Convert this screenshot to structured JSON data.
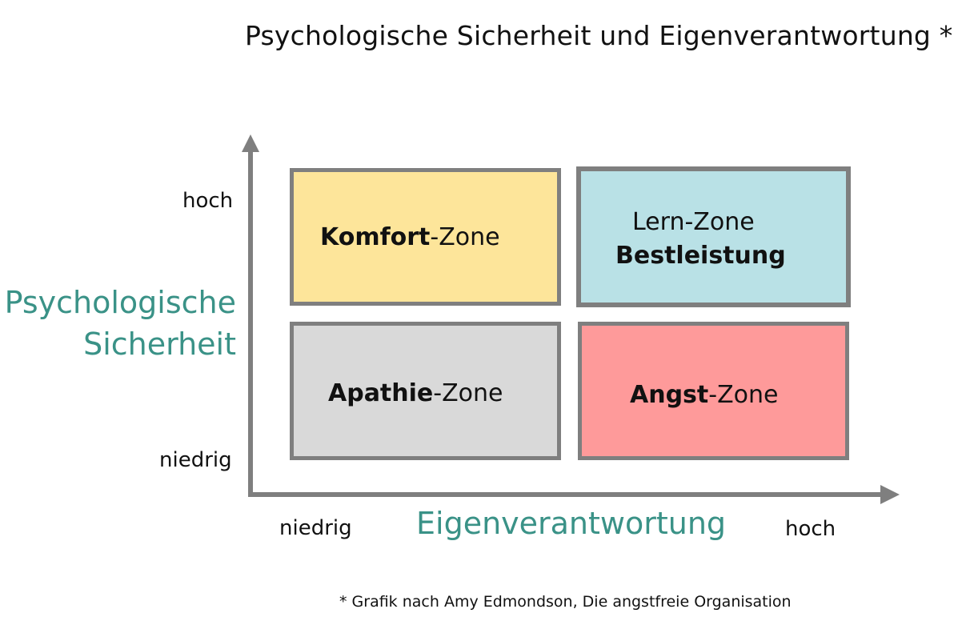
{
  "title": "Psychologische Sicherheit und Eigenverantwortung *",
  "y_axis": {
    "title_line1": "Psychologische",
    "title_line2": "Sicherheit",
    "high": "hoch",
    "low": "niedrig"
  },
  "x_axis": {
    "title": "Eigenverantwortung",
    "low": "niedrig",
    "high": "hoch"
  },
  "zones": {
    "komfort": {
      "bold": "Komfort",
      "rest": "-Zone",
      "color": "#fde59a"
    },
    "lern": {
      "line1": "Lern-Zone",
      "line2": "Bestleistung",
      "color": "#b9e1e6"
    },
    "apathie": {
      "bold": "Apathie",
      "rest": "-Zone",
      "color": "#d9d9d9"
    },
    "angst": {
      "bold": "Angst",
      "rest": "-Zone",
      "color": "#fe9a9a"
    }
  },
  "colors": {
    "axis": "#7f7f7f",
    "axis_title": "#3a9287",
    "border": "#7f7f7f"
  },
  "footnote": "* Grafik nach Amy Edmondson, Die angstfreie Organisation"
}
